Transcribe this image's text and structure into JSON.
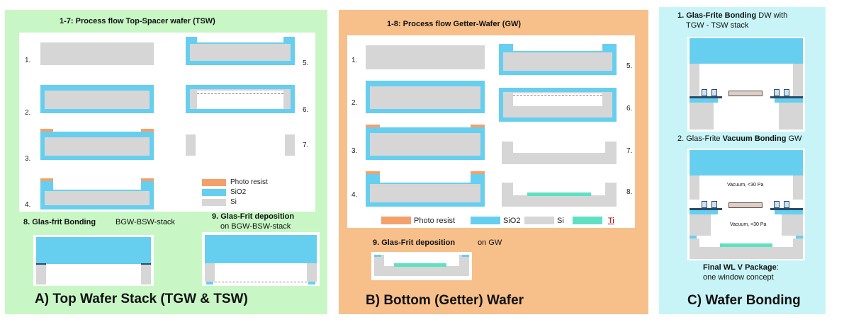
{
  "colors": {
    "panel_a": "#c8f7c5",
    "panel_b": "#f7c08b",
    "panel_c": "#c8f4f7",
    "si": "#d6d6d6",
    "sio2": "#66cfef",
    "photo_resist": "#f4a06a",
    "ti": "#5fe0c2"
  },
  "panel_a": {
    "subtitle": "1-7: Process flow Top-Spacer wafer (TSW)",
    "steps": [
      "1.",
      "2.",
      "3.",
      "4.",
      "5.",
      "6.",
      "7."
    ],
    "legend": [
      "Photo resist",
      "SiO2",
      "Si"
    ],
    "step8": {
      "title": "8. Glas-frit Bonding",
      "subtitle": "BGW-BSW-stack"
    },
    "step9": {
      "title": "9. Glas-Frit deposition",
      "subtitle": "on BGW-BSW-stack"
    },
    "caption": "A) Top Wafer Stack (TGW & TSW)"
  },
  "panel_b": {
    "subtitle": "1-8: Process flow Getter-Wafer (GW)",
    "steps": [
      "1.",
      "2.",
      "3.",
      "4.",
      "5.",
      "6.",
      "7.",
      "8."
    ],
    "legend": [
      "Photo resist",
      "SiO2",
      "Si",
      "Ti"
    ],
    "step9": {
      "title": "9. Glas-Frit deposition",
      "subtitle": "on GW"
    },
    "caption": "B) Bottom (Getter) Wafer"
  },
  "panel_c": {
    "step1": {
      "bold": "1. Glas-Frite Bonding",
      "rest": "DW with",
      "line2": "TGW - TSW stack"
    },
    "step2": {
      "pre": "2.  Glas-Frite",
      "bold": "Vacuum Bonding",
      "post": "GW"
    },
    "vacuum_label_1": "Vacuum, <30 Pa",
    "vacuum_label_2": "Vacuum, <30 Pa",
    "final": {
      "bold": "Final WL V Package",
      "colon": ":",
      "line2": "one window concept"
    },
    "caption": "C) Wafer Bonding"
  }
}
